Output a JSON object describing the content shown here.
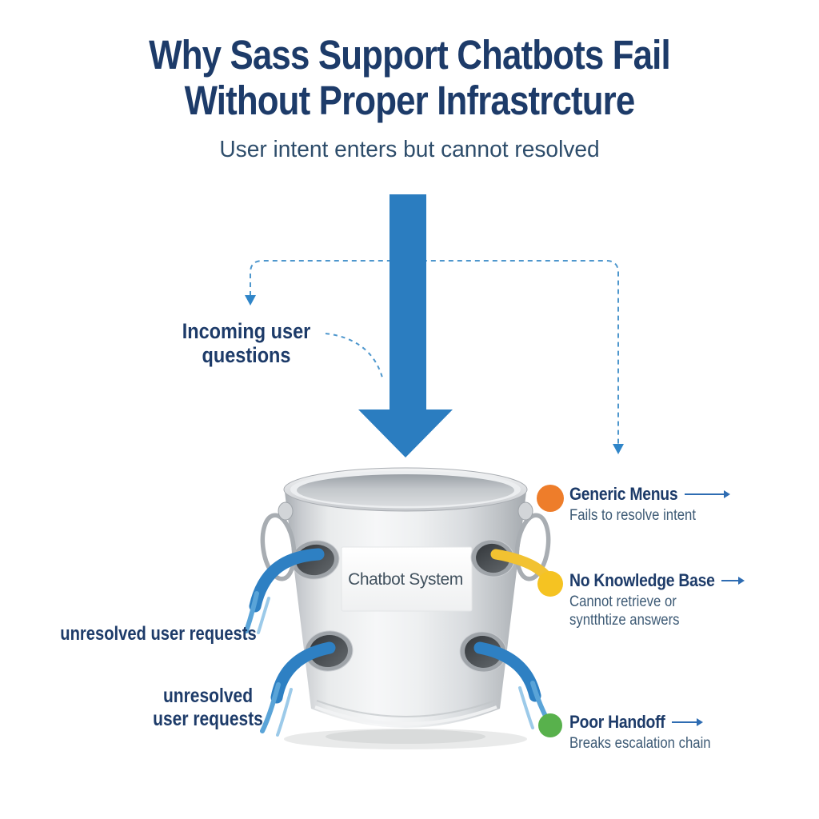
{
  "title": {
    "line1": "Why Sass Support Chatbots Fail",
    "line2": "Without Proper Infrastrcture"
  },
  "subtitle": "User intent enters but cannot resolved",
  "flow": {
    "incoming_label": {
      "line1": "Incoming user",
      "line2": "questions"
    },
    "bucket_label": "Chatbot System",
    "leak_label_top": "unresolved user requests",
    "leak_label_bottom": {
      "line1": "unresolved",
      "line2": "user requests"
    }
  },
  "failures": [
    {
      "title": "Generic Menus",
      "description_lines": [
        "Fails to resolve intent"
      ],
      "dot_color": "#ee7d2a"
    },
    {
      "title": "No Knowledge Base",
      "description_lines": [
        "Cannot retrieve or",
        "syntthtize answers"
      ],
      "dot_color": "#f5c322"
    },
    {
      "title": "Poor Handoff",
      "description_lines": [
        "Breaks escalation chain"
      ],
      "dot_color": "#58b14c"
    }
  ],
  "colors": {
    "arrow_blue": "#2b7dc0",
    "dashed_blue": "#4e97cd",
    "stream_blue": "#2e80c3",
    "heading_navy": "#1d3b69",
    "body_slate": "#3d5a75"
  }
}
